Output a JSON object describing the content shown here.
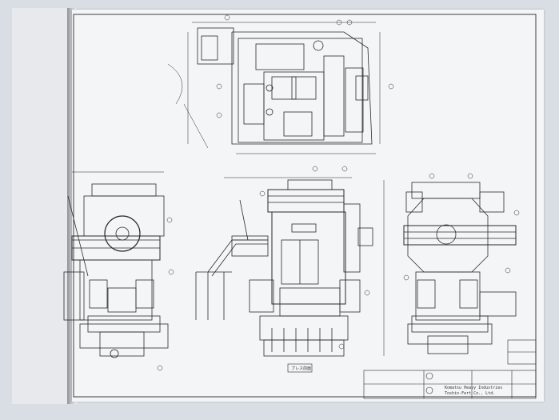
{
  "title_block": {
    "company_line1": "Komatsu Heavy Industries",
    "company_line2": "Toshin-Fert Co., Ltd."
  },
  "views": {
    "front_label": "プレス前面"
  }
}
